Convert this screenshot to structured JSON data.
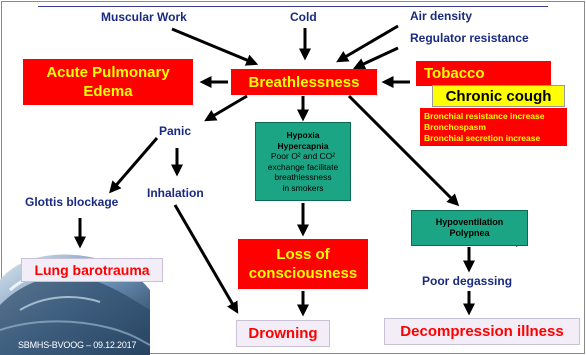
{
  "labels": {
    "muscular_work": "Muscular Work",
    "cold": "Cold",
    "air_density": "Air density",
    "regulator_resistance": "Regulator resistance",
    "panic": "Panic",
    "glottis_blockage": "Glottis blockage",
    "inhalation": "Inhalation",
    "poor_degassing": "Poor degassing"
  },
  "boxes": {
    "acute_line1": "Acute Pulmonary",
    "acute_line2": "Edema",
    "breathlessness": "Breathlessness",
    "tobacco": "Tobacco",
    "chronic_cough": "Chronic cough",
    "tobacco_effects": [
      "Bronchial resistance increase",
      "Bronchospasm",
      "Bronchial secretion increase"
    ],
    "hypoxia_title1": "Hypoxia",
    "hypoxia_title2": "Hypercapnia",
    "hypoxia_text": [
      "Poor O² and CO²",
      "exchange facilitate",
      "breathlessness",
      "in smokers"
    ],
    "hypoventilation": "Hypoventilation",
    "polypnea": "Polypnea",
    "loss_line1": "Loss of",
    "loss_line2": "consciousness",
    "lung_barotrauma": "Lung barotrauma",
    "drowning": "Drowning",
    "decompression_illness": "Decompression illness"
  },
  "footer": "SBMHS-BVOOG – 09.12.2017",
  "colors": {
    "red": "#ff0000",
    "yellow": "#ffff00",
    "teal": "#1ca584",
    "navy": "#1a2a80"
  }
}
